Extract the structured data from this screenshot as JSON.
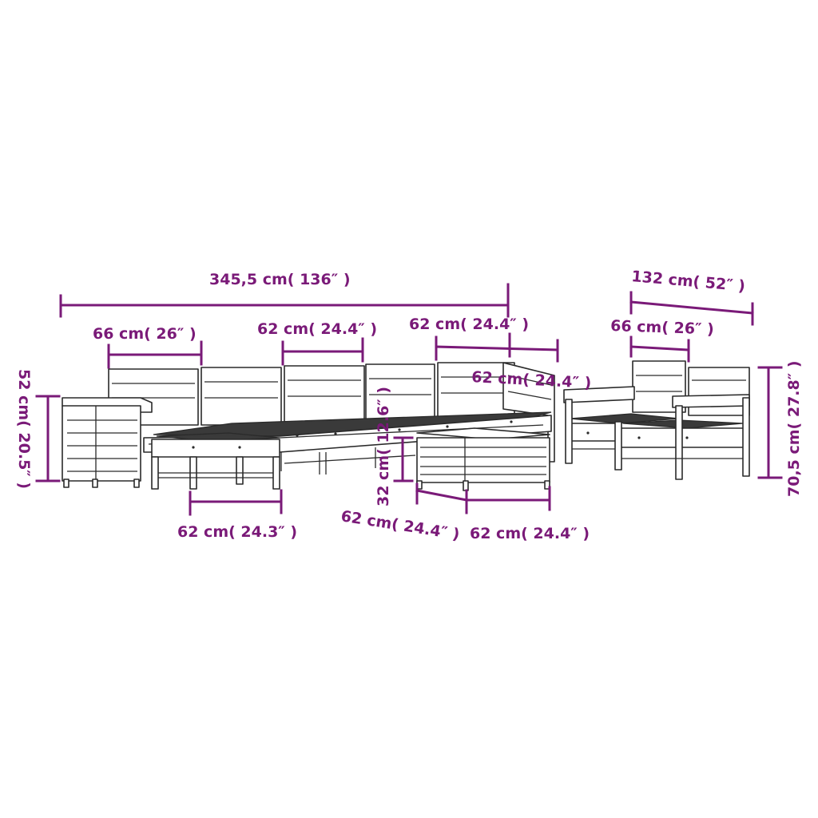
{
  "colors": {
    "dimension": "#7a1a78",
    "outline": "#2a2a2a",
    "cushion": "#3a3a3a",
    "background": "#ffffff"
  },
  "dimensions": {
    "total_width": "345,5 cm( 136″ )",
    "corner_width": "66 cm( 26″ )",
    "middle_width": "62 cm( 24.4″ )",
    "end_width": "62 cm( 24.4″ )",
    "end_depth": "62 cm( 24.4″ )",
    "armchair_depth": "132 cm( 52″ )",
    "armchair_width": "66 cm( 26″ )",
    "total_height": "70,5 cm( 27.8″ )",
    "side_table_height": "52 cm( 20.5″ )",
    "seat_height": "32 cm( 12.6″ )",
    "footstool_width": "62 cm( 24.3″ )",
    "table_depth": "62 cm( 24.4″ )",
    "table_width": "62 cm( 24.4″ )"
  }
}
